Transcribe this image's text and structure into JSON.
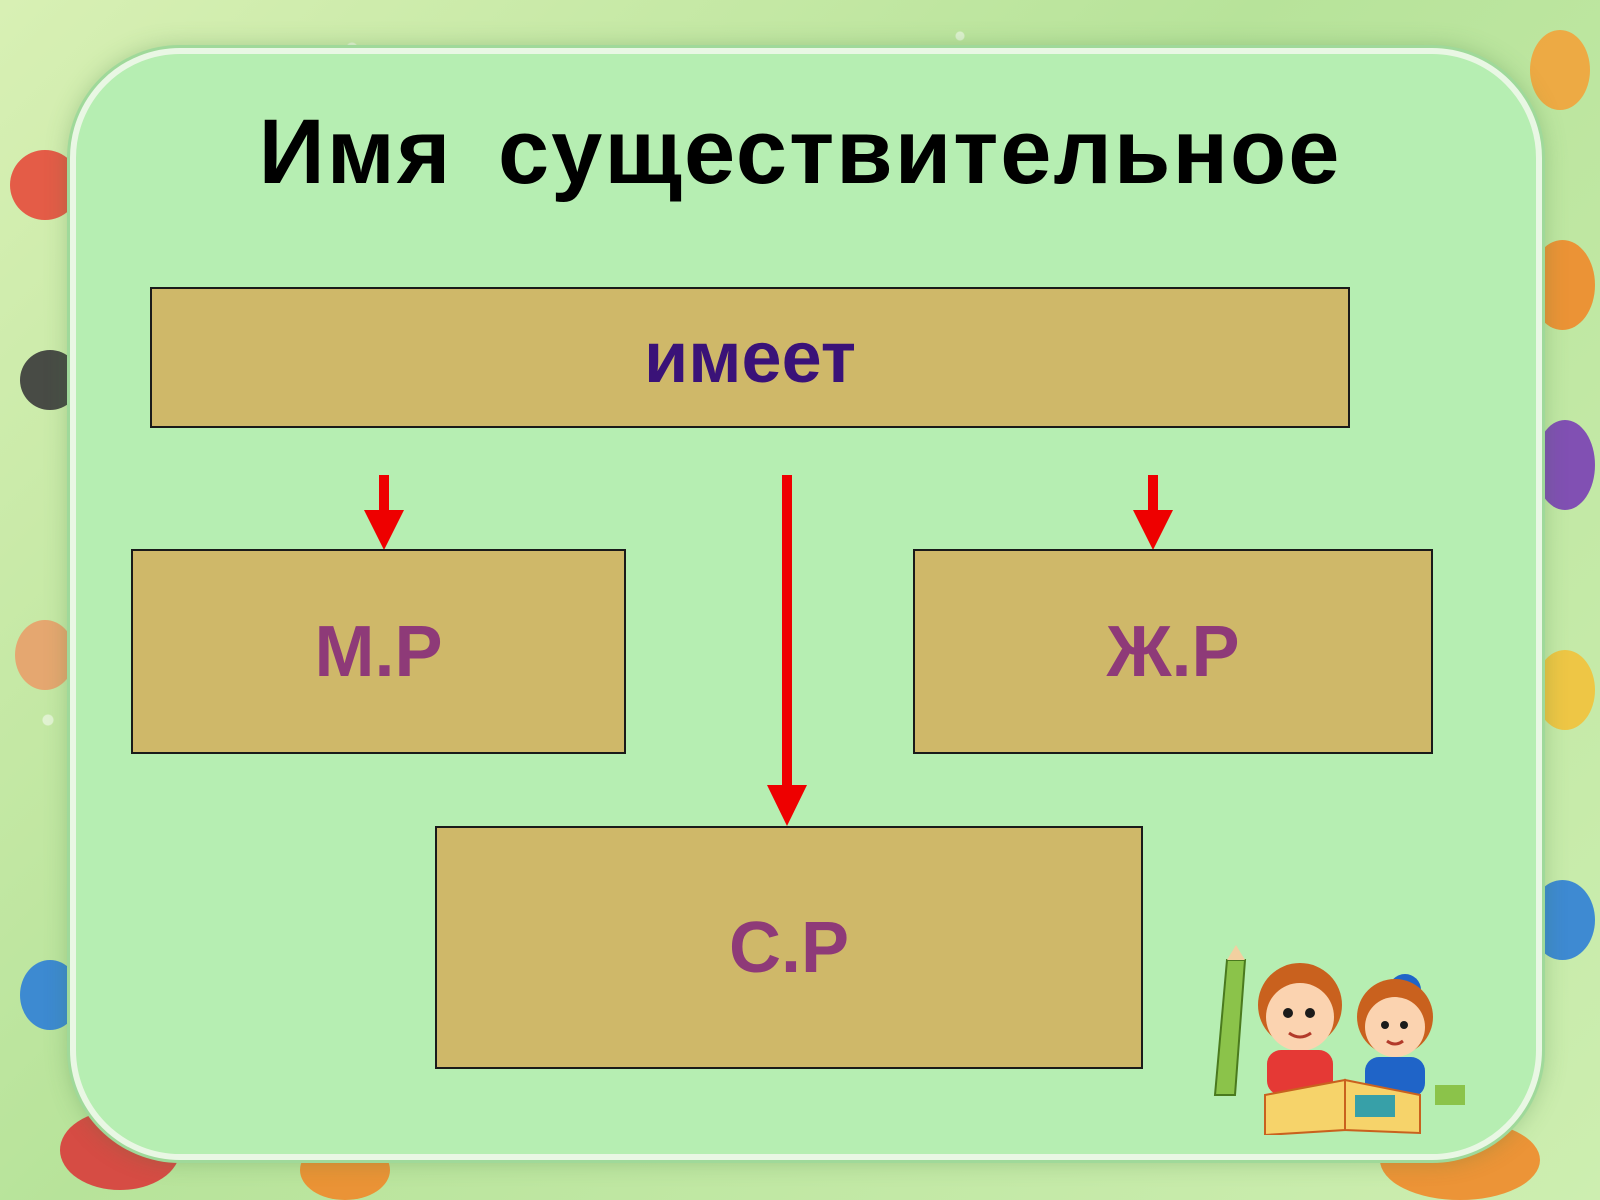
{
  "title": "Имя  существительное",
  "boxes": {
    "top": "имеет",
    "masculine": "М.Р",
    "feminine": "Ж.Р",
    "neuter": "С.Р"
  },
  "colors": {
    "panel": "#b6eeb2",
    "box_fill": "#cfb869",
    "arrow": "#ee0000",
    "top_text": "#3a1278",
    "gender_text": "#8e3a78"
  },
  "decorations": [
    "toy-border",
    "children-reading-illustration"
  ]
}
